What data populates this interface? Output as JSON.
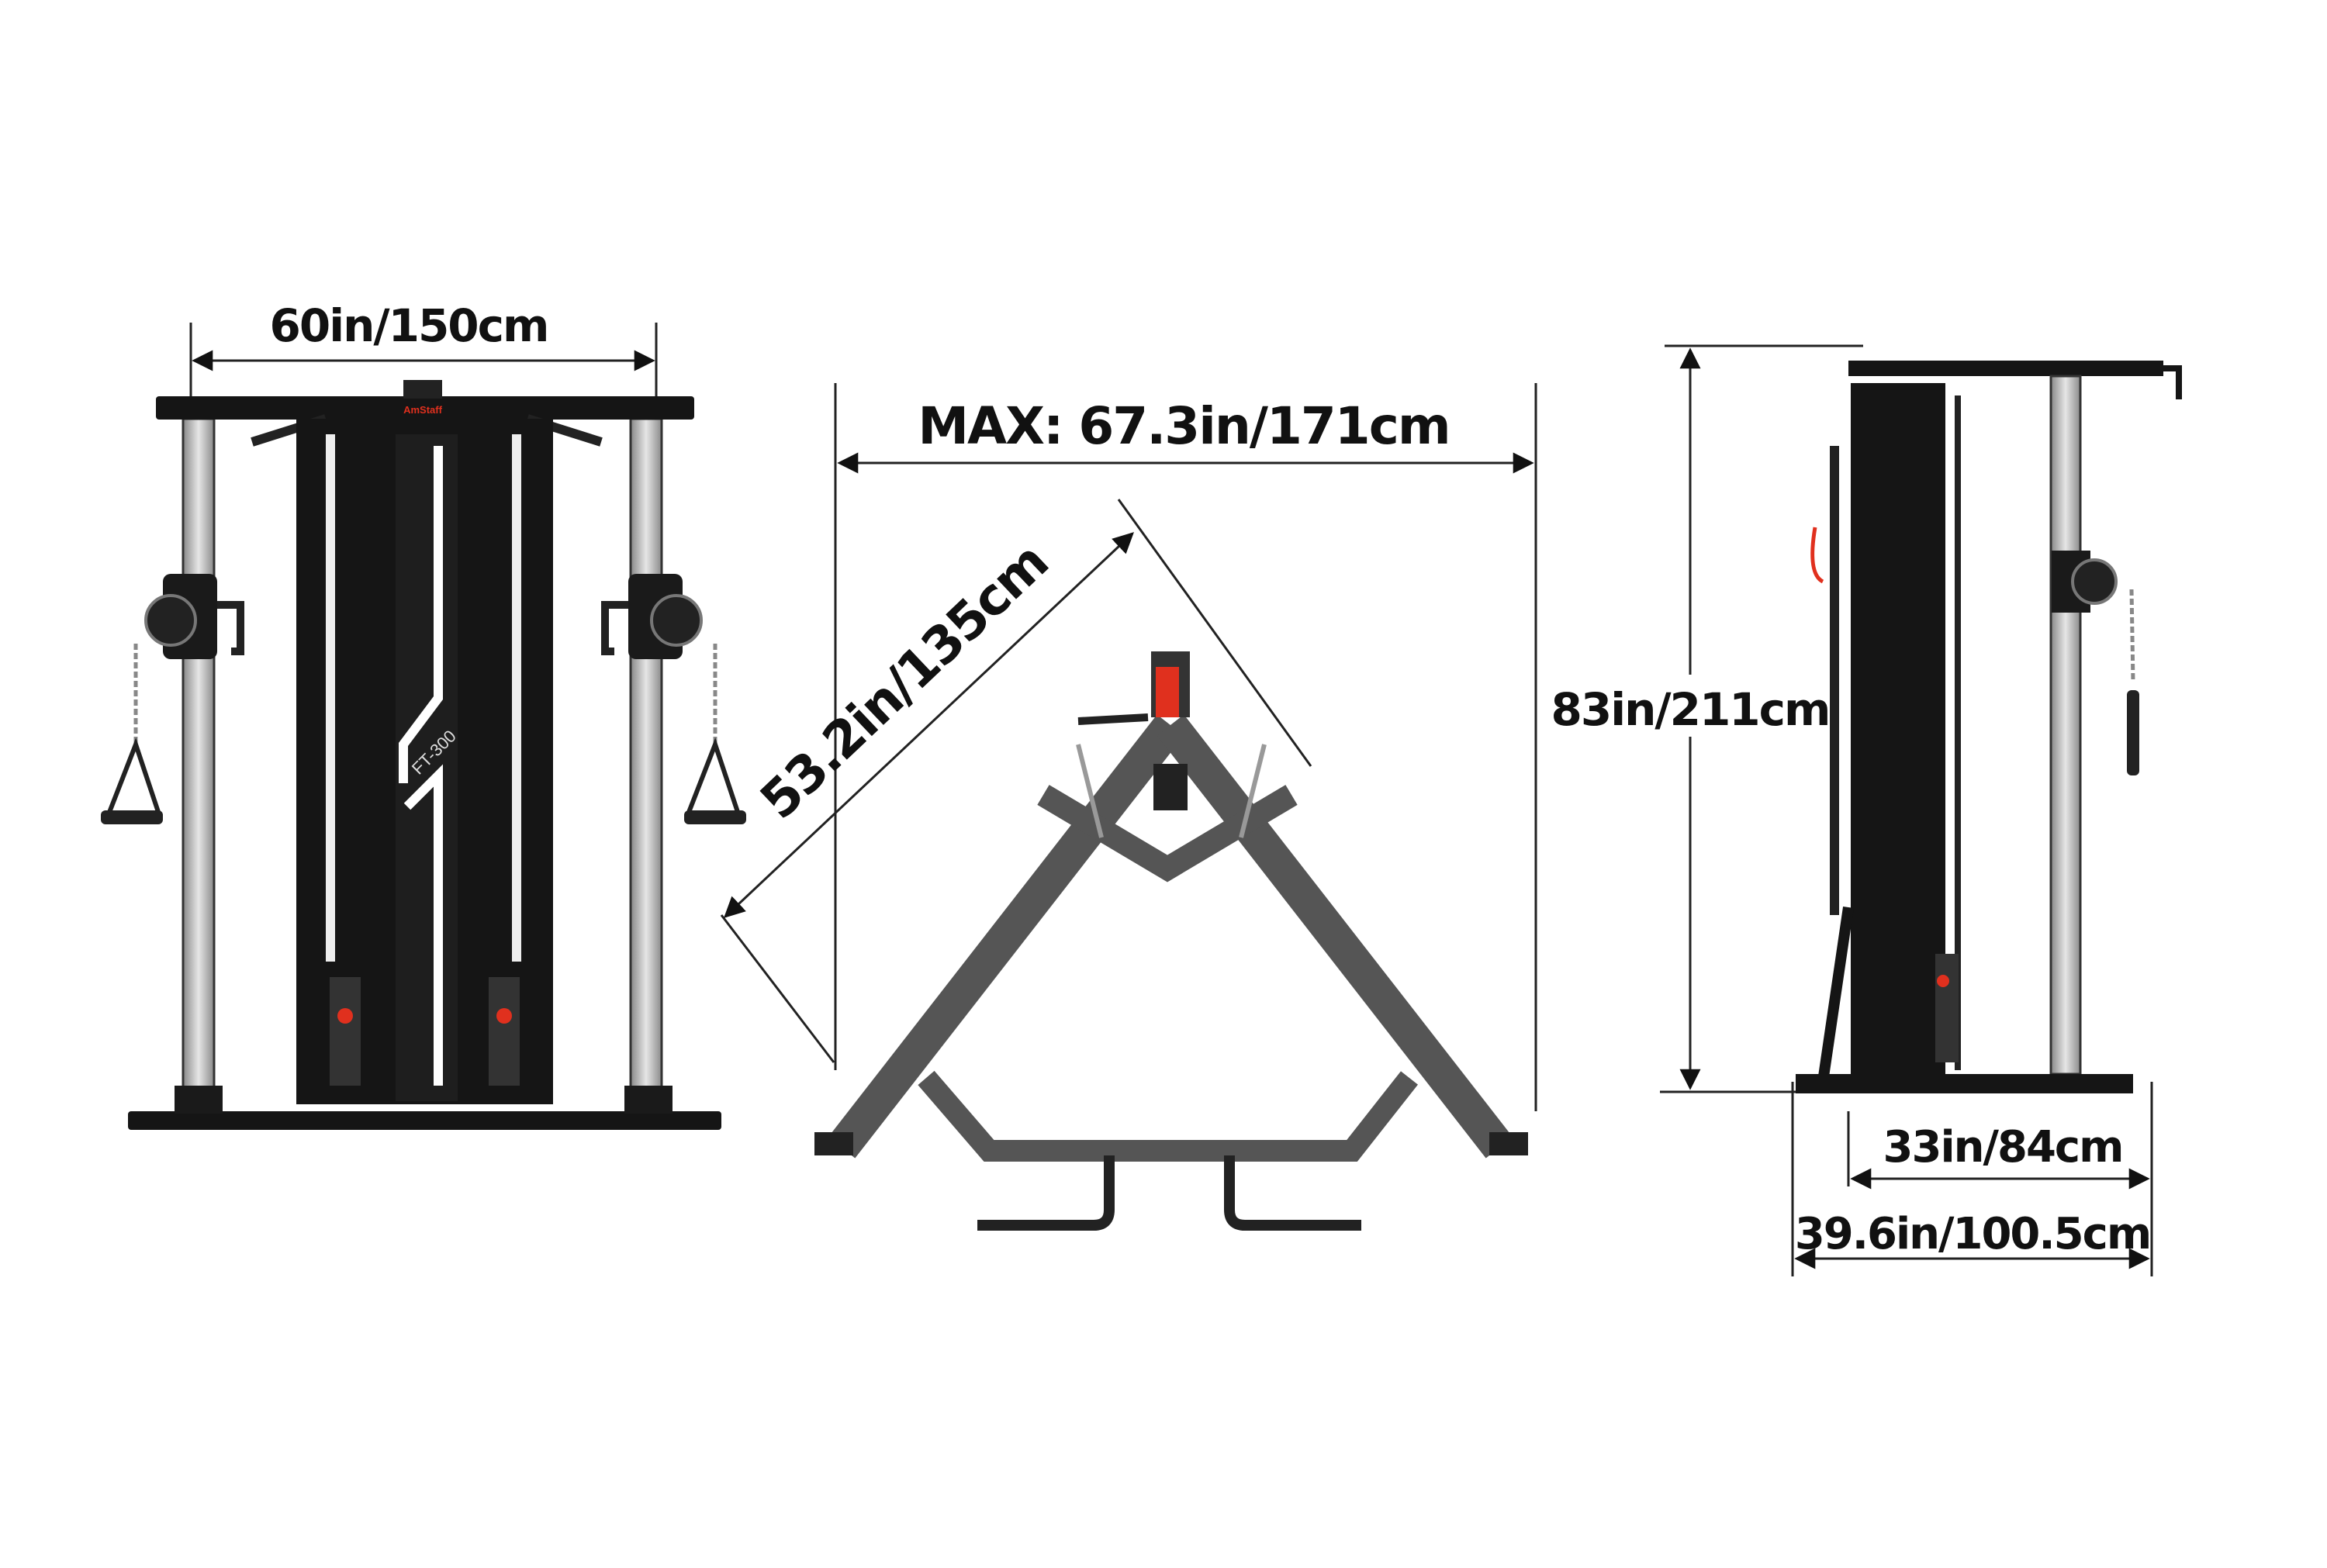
{
  "front_view": {
    "width_label": "60in/150cm",
    "brand_logo": "AmStaff",
    "model_label": "FT-300"
  },
  "folded_view": {
    "max_width_label": "MAX: 67.3in/171cm",
    "diagonal_label": "53.2in/135cm"
  },
  "side_view": {
    "height_label": "83in/211cm",
    "depth_label": "33in/84cm",
    "max_depth_label": "39.6in/100.5cm"
  },
  "colors": {
    "frame_black": "#151515",
    "frame_grey": "#555555",
    "accent_red": "#e0301e",
    "post_silver": "#bdbdbd",
    "dimension_line": "#222222"
  }
}
